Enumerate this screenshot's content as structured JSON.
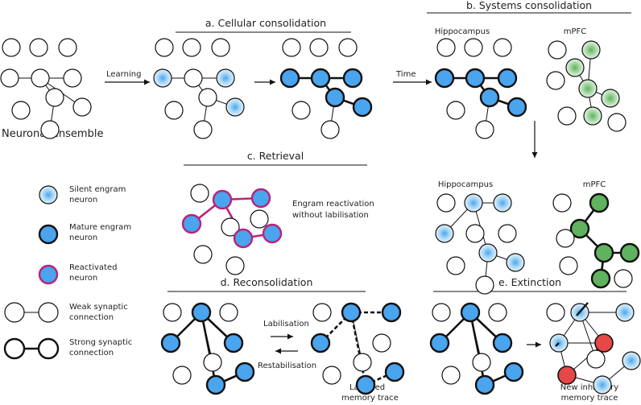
{
  "colors": {
    "silent_center": "#a9d8f6",
    "silent_edge": "#cfe0ec",
    "mature_fill": "#4aa4ee",
    "reactivated_stroke": "#b72479",
    "mpfc_silent": "#9fd39f",
    "mpfc_mature": "#5fb35f",
    "inhibitory": "#e64747",
    "line": "#111111"
  },
  "labels": {
    "neuronal_ensemble": "Neuronal ensemble",
    "learning": "Learning",
    "time": "Time",
    "panel_a": "a. Cellular consolidation",
    "panel_b": "b. Systems consolidation",
    "panel_c": "c. Retrieval",
    "panel_d": "d. Reconsolidation",
    "panel_e": "e. Extinction",
    "hippocampus_top": "Hippocampus",
    "mpfc_top": "mPFC",
    "hippocampus_bottom": "Hippocampus",
    "mpfc_bottom": "mPFC",
    "retrieval_note_1": "Engram reactivation",
    "retrieval_note_2": "without labilisation",
    "labilisation": "Labilisation",
    "restabilisation": "Restabilisation",
    "labilised_1": "Labilised",
    "labilised_2": "memory trace",
    "inhibitory_1": "New inhibitory",
    "inhibitory_2": "memory trace"
  },
  "legend": [
    {
      "line1": "Silent engram",
      "line2": "neuron"
    },
    {
      "line1": "Mature engram",
      "line2": "neuron"
    },
    {
      "line1": "Reactivated",
      "line2": "neuron"
    },
    {
      "line1": "Weak synaptic",
      "line2": "connection"
    },
    {
      "line1": "Strong synaptic",
      "line2": "connection"
    }
  ]
}
